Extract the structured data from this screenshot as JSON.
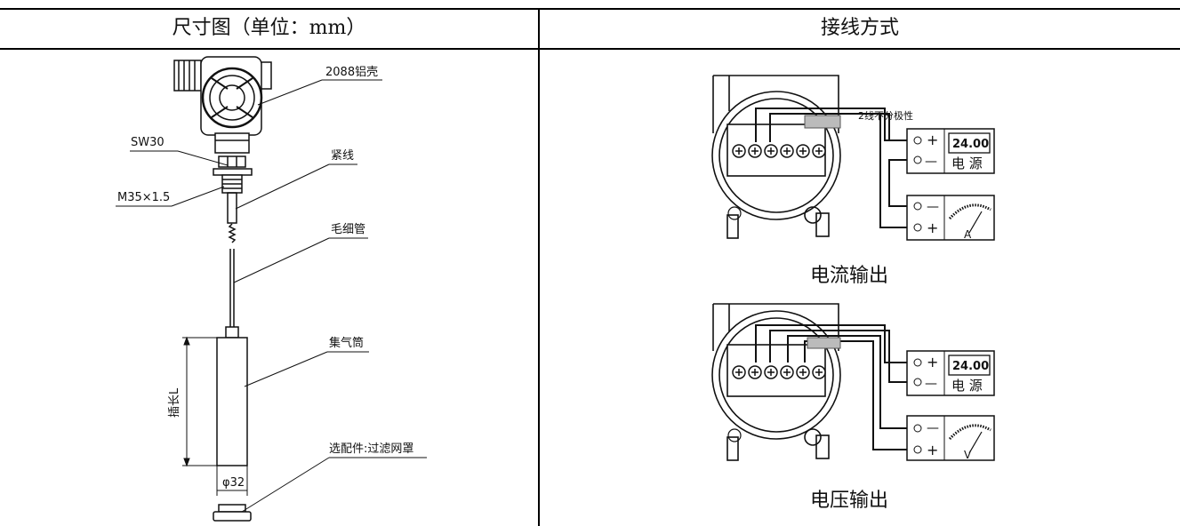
{
  "table": {
    "left_header": "尺寸图（单位：mm）",
    "right_header": "接线方式"
  },
  "dimension_drawing": {
    "labels": {
      "housing": "2088铝壳",
      "wrench": "SW30",
      "fastening": "紧线",
      "thread": "M35×1.5",
      "capillary": "毛细管",
      "gas_collector": "集气筒",
      "insertion_length": "插长L",
      "option": "选配件:过滤网罩",
      "diameter": "φ32"
    }
  },
  "wiring": {
    "polarity_note": "2线不分极性",
    "current_output": {
      "caption": "电流输出",
      "supply_display": "24.00",
      "supply_label": "电 源",
      "meter_unit": "A",
      "plus": "+",
      "minus": "—"
    },
    "voltage_output": {
      "caption": "电压输出",
      "supply_display": "24.00",
      "supply_label": "电 源",
      "meter_unit": "V",
      "plus": "+",
      "minus": "—"
    }
  }
}
